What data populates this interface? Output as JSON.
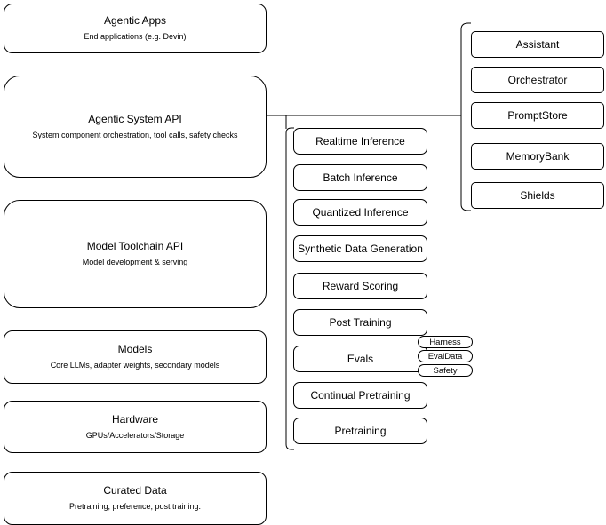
{
  "layers": [
    {
      "title": "Agentic Apps",
      "subtitle": "End applications (e.g. Devin)"
    },
    {
      "title": "Agentic System API",
      "subtitle": "System component orchestration, tool calls, safety checks"
    },
    {
      "title": "Model Toolchain API",
      "subtitle": "Model development & serving"
    },
    {
      "title": "Models",
      "subtitle": "Core LLMs, adapter weights, secondary models"
    },
    {
      "title": "Hardware",
      "subtitle": "GPUs/Accelerators/Storage"
    },
    {
      "title": "Curated Data",
      "subtitle": "Pretraining, preference, post training."
    }
  ],
  "toolchain_items": [
    "Realtime Inference",
    "Batch Inference",
    "Quantized Inference",
    "Synthetic Data Generation",
    "Reward Scoring",
    "Post Training",
    "Evals",
    "Continual Pretraining",
    "Pretraining"
  ],
  "eval_tags": [
    "Harness",
    "EvalData",
    "Safety"
  ],
  "system_components": [
    "Assistant",
    "Orchestrator",
    "PromptStore",
    "MemoryBank",
    "Shields"
  ],
  "colors": {
    "border": "#000000",
    "background": "#ffffff",
    "text": "#000000"
  }
}
